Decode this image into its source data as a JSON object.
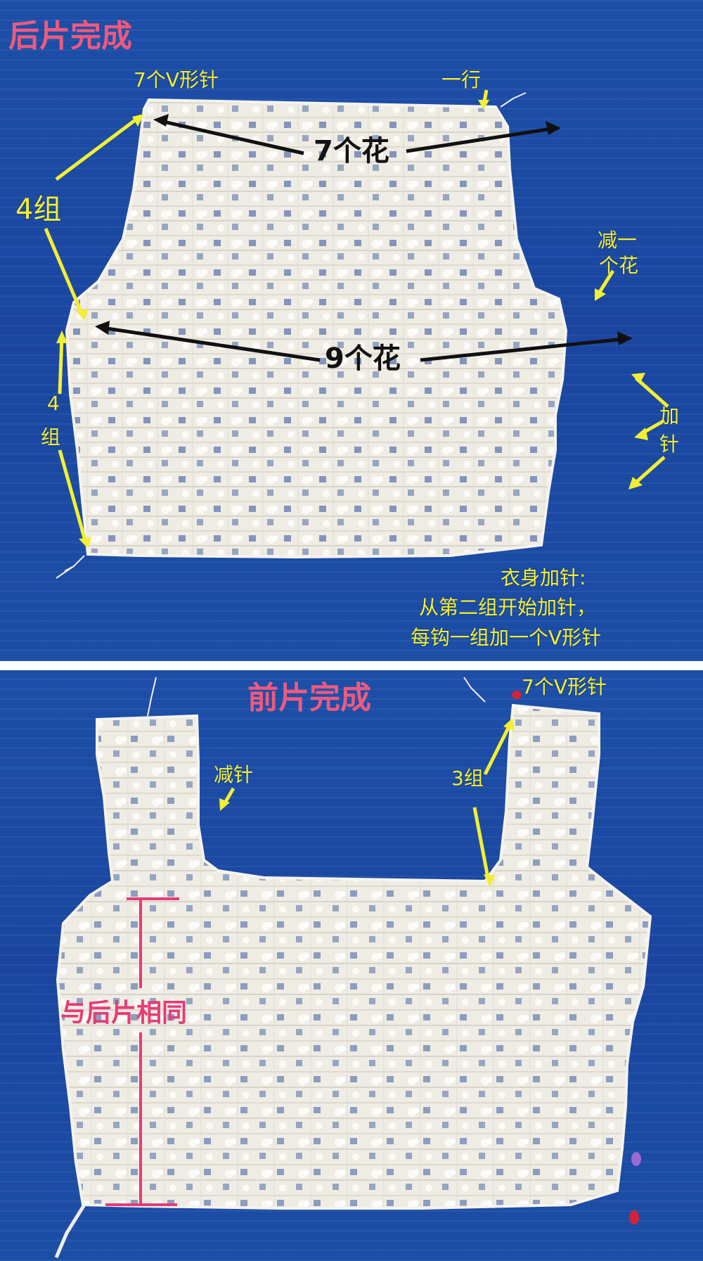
{
  "back_panel": {
    "title": "后片完成",
    "labels": {
      "top_left_v": "7个V形针",
      "top_right_row": "一行",
      "top_width": "7个花",
      "armhole_groups": "4组",
      "decrease_flower_1": "减一",
      "decrease_flower_2": "个花",
      "body_width": "9个花",
      "side_groups_1": "4",
      "side_groups_2": "组",
      "increase_1": "加",
      "increase_2": "针",
      "note_line1": "衣身加针:",
      "note_line2": "从第二组开始加针，",
      "note_line3": "每钩一组加一个V形针"
    }
  },
  "front_panel": {
    "title": "前片完成",
    "labels": {
      "strap_v": "7个V形针",
      "strap_groups": "3组",
      "decrease": "减针",
      "same_as_back": "与后片相同"
    }
  },
  "colors": {
    "background_blue": "#1a46a0",
    "annotation_yellow": "#f3ef32",
    "title_pink": "#ef5a7e",
    "measure_pink": "#e63b77",
    "crochet_white": "#f2f0ea"
  }
}
